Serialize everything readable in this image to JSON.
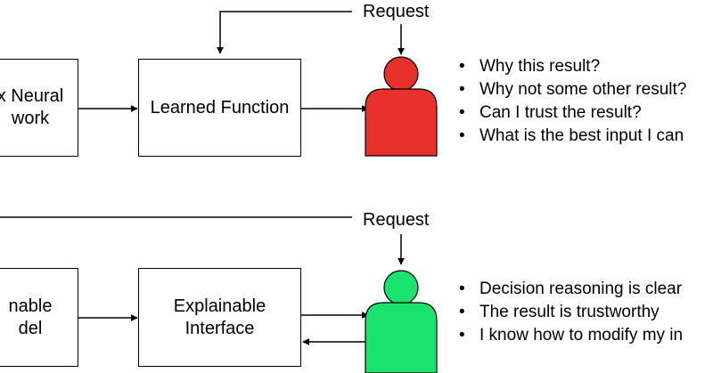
{
  "top": {
    "network_box": "x Neural\nwork",
    "function_box": "Learned Function",
    "request_label": "Request",
    "person_color": "#e8312d",
    "questions": [
      "Why this result?",
      "Why not some other result?",
      "Can I trust the result?",
      "What is the best input I can"
    ]
  },
  "bottom": {
    "model_box": "nable\ndel",
    "interface_box": "Explainable\nInterface",
    "request_label": "Request",
    "person_color": "#19e26e",
    "statements": [
      "Decision reasoning is clear",
      "The result is trustworthy",
      "I know how to modify my in"
    ]
  }
}
